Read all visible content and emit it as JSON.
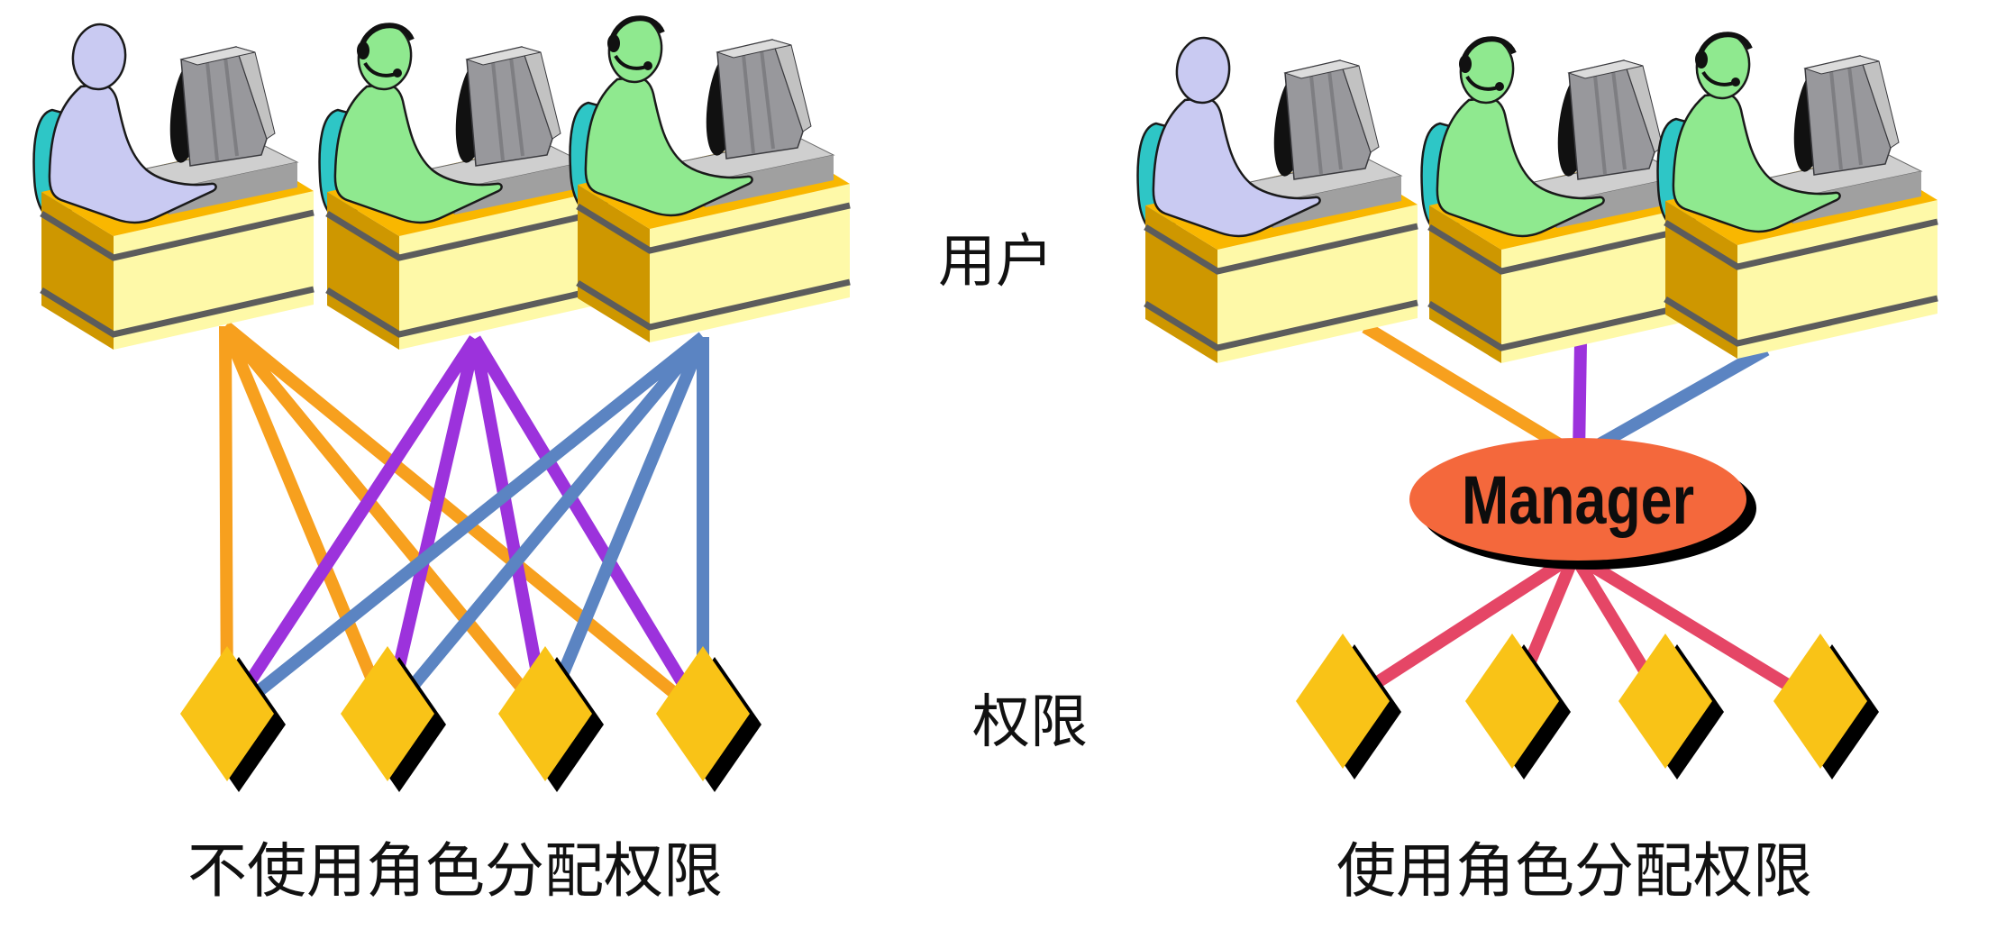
{
  "labels": {
    "users": "用户",
    "permissions": "权限",
    "manager": "Manager"
  },
  "captions": {
    "left": "不使用角色分配权限",
    "right": "使用角色分配权限"
  },
  "palette": {
    "user1_line_orange": "#F7A01E",
    "user2_line_purple": "#9C32DC",
    "user3_line_blue": "#5B84C2",
    "manager_line_pink": "#E54666",
    "manager_ellipse": "#F4683C",
    "permission_diamond": "#F9C317",
    "diamond_shadow": "#000000",
    "desk_top": "#F9B700",
    "desk_front": "#FEF9A8",
    "desk_side": "#CE9700",
    "desk_stripe": "#5C5C5C",
    "chair": "#2EC6C6",
    "person_plain": "#C9CAF2",
    "person_headset": "#8FE98F"
  },
  "diagram": {
    "left_panel": {
      "caption": "不使用角色分配权限",
      "user_count": 3,
      "permission_count": 4,
      "user_line_colors": [
        "#F7A01E",
        "#9C32DC",
        "#5B84C2"
      ],
      "connections": "each of the 3 users links directly to all 4 permissions (12 lines)"
    },
    "right_panel": {
      "caption": "使用角色分配权限",
      "role_label": "Manager",
      "user_count": 3,
      "permission_count": 4,
      "user_line_colors": [
        "#F7A01E",
        "#9C32DC",
        "#5B84C2"
      ],
      "role_to_permission_color": "#E54666",
      "connections": "each of the 3 users links to the Manager role; the Manager links to all 4 permissions"
    },
    "row_labels": [
      "用户",
      "权限"
    ]
  }
}
